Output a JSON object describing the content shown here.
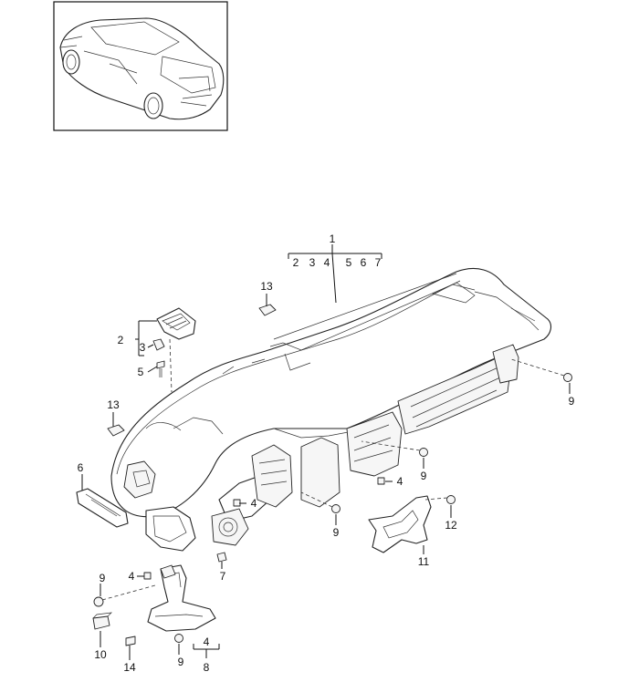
{
  "callouts": {
    "c1": "1",
    "group1_items": [
      "2",
      "3",
      "4",
      "5",
      "6",
      "7"
    ],
    "c2": "2",
    "c3": "3",
    "c4a": "4",
    "c4b": "4",
    "c4c": "4",
    "c4d": "4",
    "c5": "5",
    "c6": "6",
    "c7": "7",
    "c8": "8",
    "c9a": "9",
    "c9b": "9",
    "c9c": "9",
    "c9d": "9",
    "c9e": "9",
    "c10": "10",
    "c11": "11",
    "c12": "12",
    "c13a": "13",
    "c13b": "13",
    "c14": "14"
  }
}
